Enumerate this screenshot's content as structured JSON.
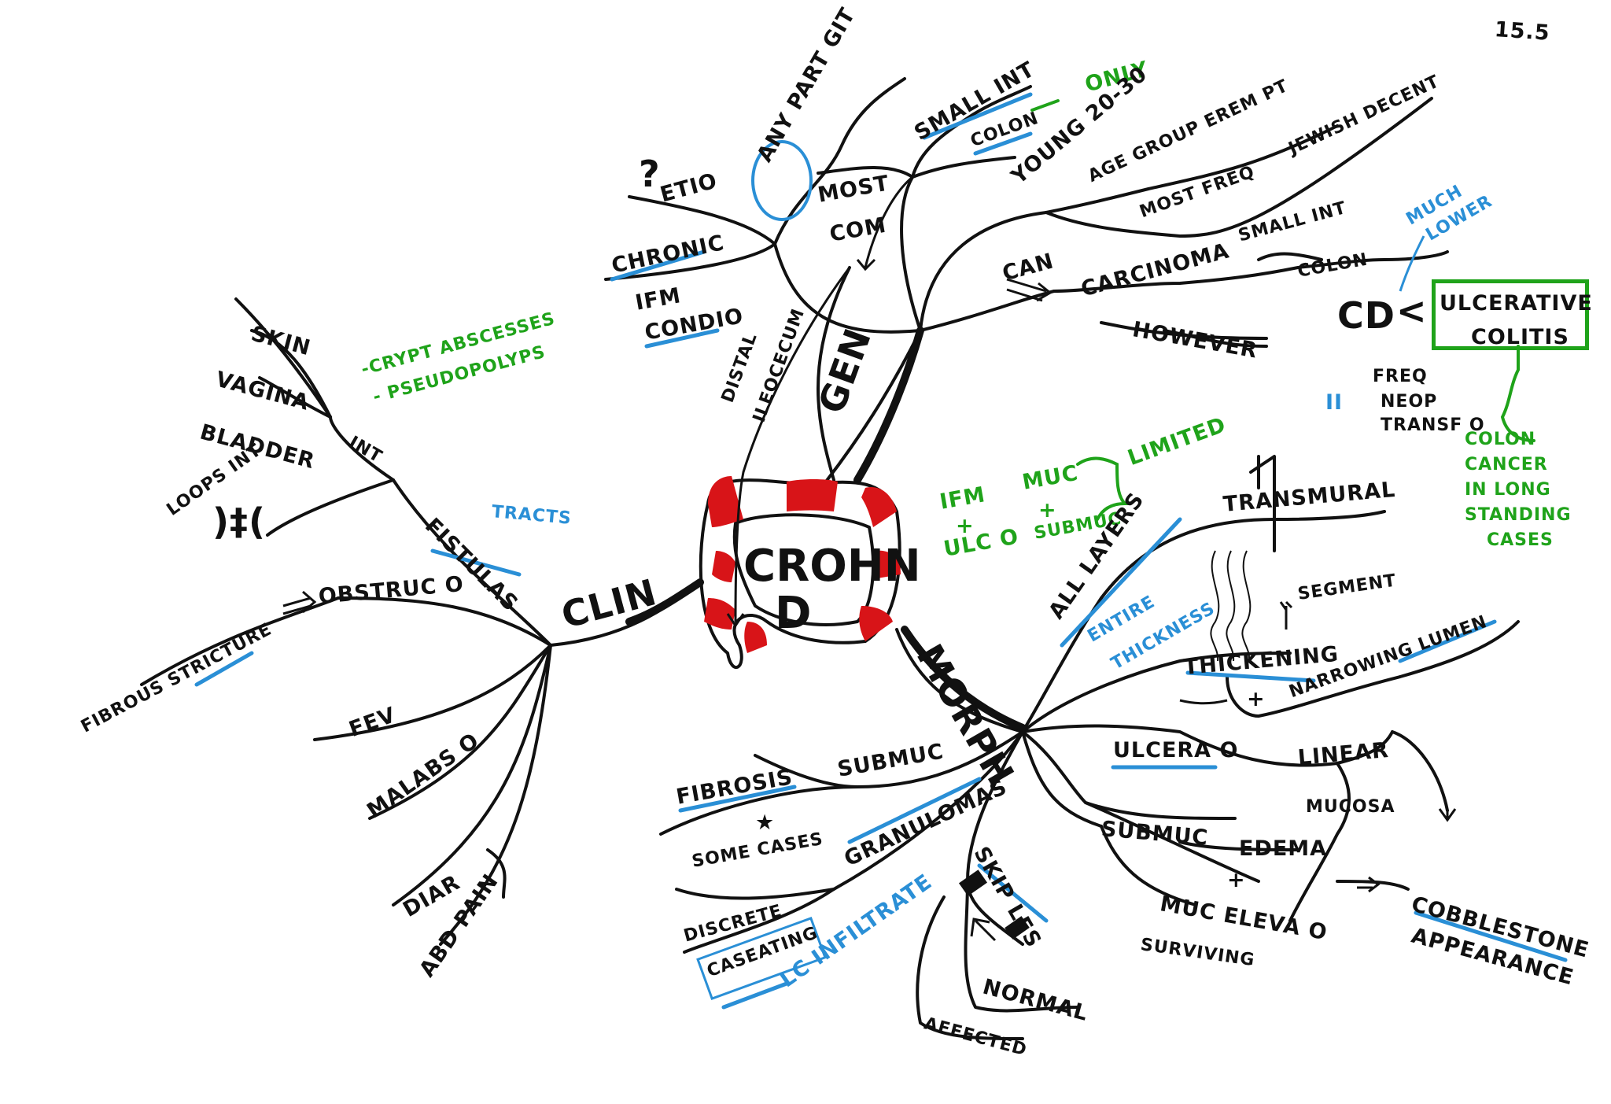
{
  "page_number": "15.5",
  "center": {
    "line1": "CROHN",
    "line2": "D"
  },
  "branches": {
    "gen": "GEN",
    "clin": "CLIN",
    "morph": "MORPH"
  },
  "gen_nodes": {
    "q_mark": "?",
    "etio": "ETIO",
    "any_part_git": "ANY PART GIT",
    "most_com_1": "MOST",
    "most_com_2": "COM",
    "small_int": "SMALL INT",
    "colon": "COLON",
    "only": "ONLY",
    "distal_1": "DISTAL",
    "distal_2": "ILEOCECUM",
    "chronic": "CHRONIC",
    "ifm_1": "IFM",
    "ifm_2": "CONDIO",
    "young": "YOUNG 20-30",
    "age_group": "AGE GROUP EREM PT",
    "most_freq": "MOST FREQ",
    "jewish": "JEWISH DECENT",
    "can": "CAN",
    "carcinoma": "CARCINOMA",
    "small_int_2": "SMALL INT",
    "colon_2": "COLON",
    "however": "HOWEVER",
    "cd": "CD",
    "uc_1": "ULCERATIVE",
    "uc_2": "COLITIS",
    "much_lower_1": "MUCH",
    "much_lower_2": "LOWER",
    "roman_ii": "II",
    "freq_1": "FREQ",
    "freq_2": "NEOP",
    "freq_3": "TRANSF O",
    "colon_cancer_1": "COLON",
    "colon_cancer_2": "CANCER",
    "colon_cancer_3": "IN LONG",
    "colon_cancer_4": "STANDING",
    "colon_cancer_5": "CASES"
  },
  "clin_nodes": {
    "skin": "SKIN",
    "vagina": "VAGINA",
    "bladder": "BLADDER",
    "int": "INT",
    "loops_int": "LOOPS INT",
    "crypt": "-CRYPT ABSCESSES",
    "pseudo": "- PSEUDOPOLYPS",
    "fistulas": "FISTULAS",
    "tracts": "TRACTS",
    "obstruc": "OBSTRUC O",
    "fibrous": "FIBROUS STRICTURE",
    "fev": "FEV",
    "malabs": "MALABS O",
    "diar": "DIAR",
    "abd_pain": "ABD PAIN"
  },
  "morph_nodes": {
    "ifm_a": "IFM",
    "ifm_b": "+",
    "ifm_c": "ULC O",
    "muc": "MUC",
    "submuc_a": "+",
    "submuc_b": "SUBMUC",
    "limited": "LIMITED",
    "transmural": "TRANSMURAL",
    "all_layers": "ALL LAYERS",
    "entire_1": "ENTIRE",
    "entire_2": "THICKNESS",
    "segment": "SEGMENT",
    "thickening": "THICKENING",
    "plus": "+",
    "narrowing": "NARROWING LUMEN",
    "ulcera": "ULCERA O",
    "linear": "LINEAR",
    "mucosa": "MUCOSA",
    "submuc": "SUBMUC",
    "edema": "EDEMA",
    "plus2": "+",
    "muc_eleva": "MUC ELEVA O",
    "surviving": "SURVIVING",
    "cobble_1": "COBBLESTONE",
    "cobble_2": "APPEARANCE",
    "fibrosis": "FIBROSIS",
    "submuc2": "SUBMUC",
    "star": "★",
    "some_cases": "SOME CASES",
    "granulomas": "GRANULOMAS",
    "discrete": "DISCRETE",
    "caseating": "CASEATING",
    "lc_infiltrate": "LC INFILTRATE",
    "skip_les": "SKIP LES",
    "normal": "NORMAL",
    "affected": "AFFECTED"
  },
  "colors": {
    "ink": "#111111",
    "green": "#1fa31a",
    "blue": "#2a8fd6",
    "red": "#d81418"
  }
}
